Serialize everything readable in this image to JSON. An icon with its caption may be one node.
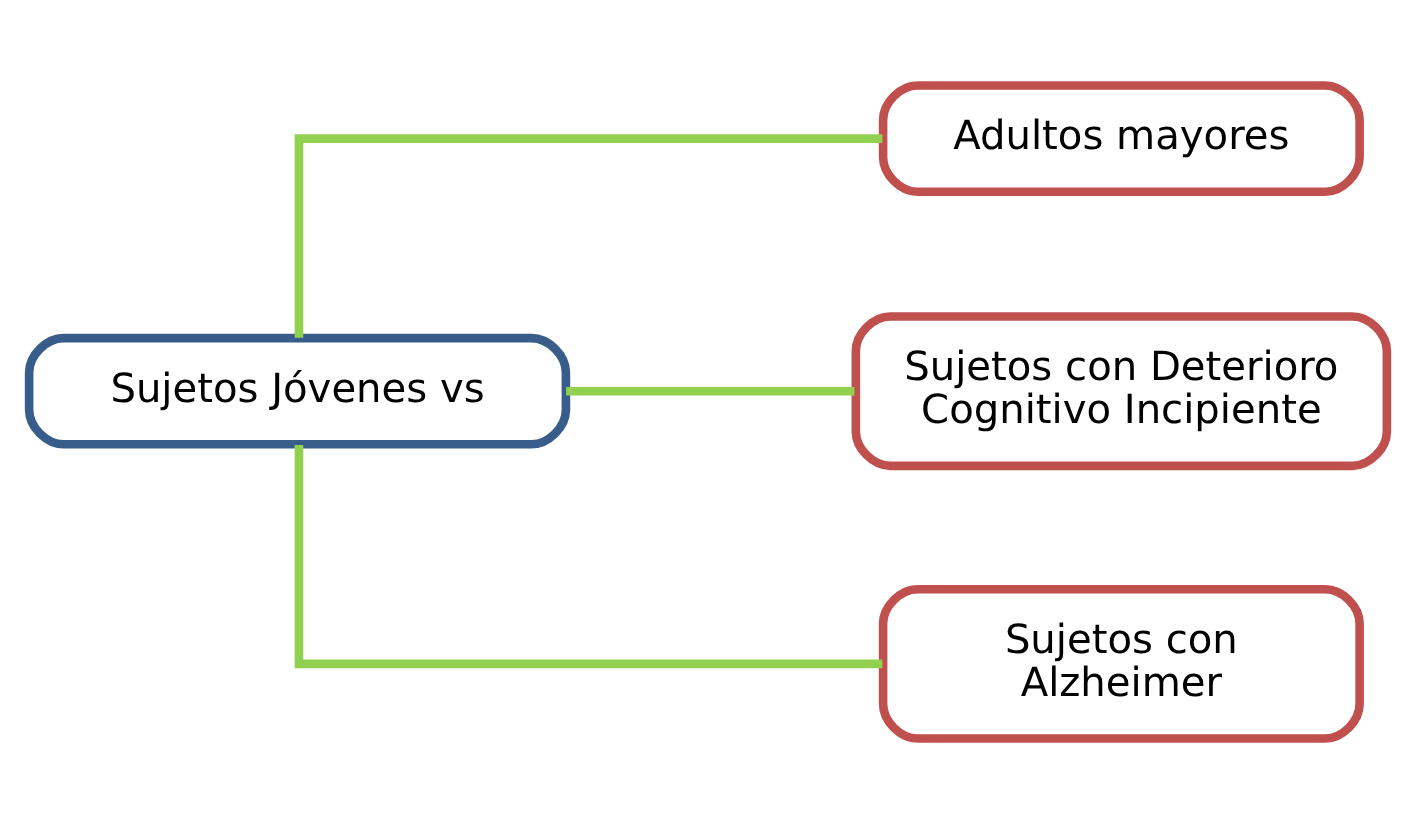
{
  "diagram": {
    "nodes": [
      {
        "text": [
          "Sujetos Jóvenes vs"
        ]
      },
      {
        "text": [
          "Adultos mayores"
        ]
      },
      {
        "text": [
          "Sujetos con Deterioro Cognitivo Incipiente"
        ]
      },
      {
        "text": [
          "Sujetos con Alzheimer"
        ]
      }
    ],
    "edges": [
      {
        "from": 0,
        "to": 1,
        "arrow": "none",
        "color": "#92d050"
      },
      {
        "from": 0,
        "to": 2,
        "arrow": "none",
        "color": "#92d050"
      },
      {
        "from": 0,
        "to": 3,
        "arrow": "none",
        "color": "#92d050"
      }
    ]
  }
}
